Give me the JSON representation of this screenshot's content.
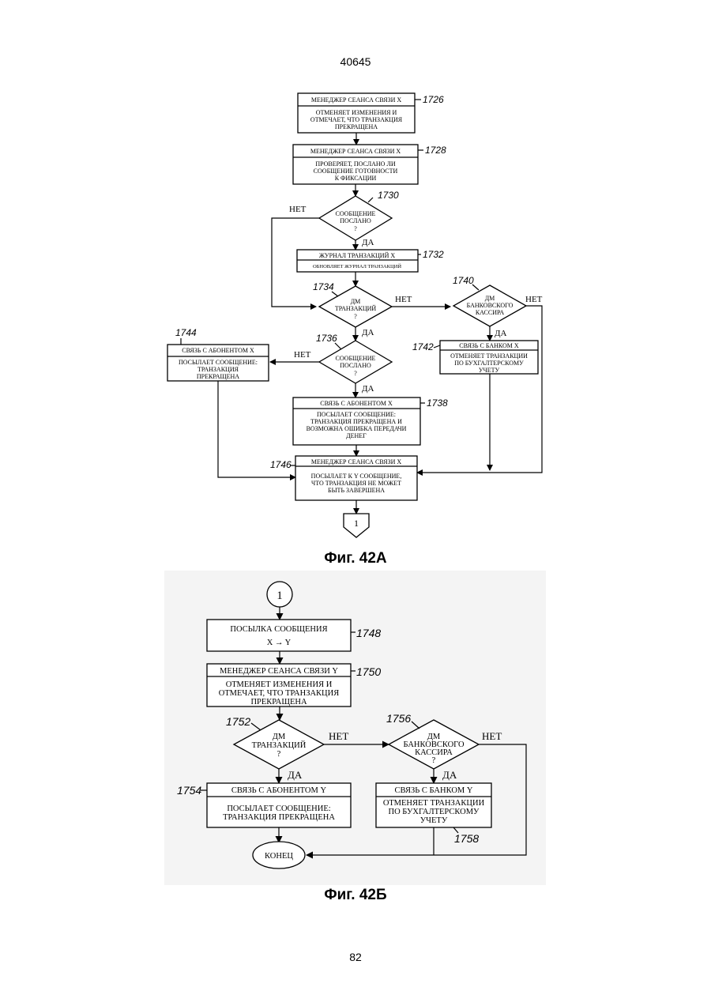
{
  "page": {
    "header_number": "40645",
    "footer_number": "82"
  },
  "figA": {
    "caption": "Фиг. 42А",
    "refs": {
      "r1726": "1726",
      "r1728": "1728",
      "r1730": "1730",
      "r1732": "1732",
      "r1734": "1734",
      "r1736": "1736",
      "r1738": "1738",
      "r1740": "1740",
      "r1742": "1742",
      "r1744": "1744",
      "r1746": "1746"
    },
    "box1726": {
      "title": "МЕНЕДЖЕР СЕАНСА СВЯЗИ X",
      "lines": [
        "ОТМЕНЯЕТ ИЗМЕНЕНИЯ И",
        "ОТМЕЧАЕТ, ЧТО ТРАНЗАКЦИЯ",
        "ПРЕКРАЩЕНА"
      ]
    },
    "box1728": {
      "title": "МЕНЕДЖЕР СЕАНСА СВЯЗИ X",
      "lines": [
        "ПРОВЕРЯЕТ, ПОСЛАНО ЛИ",
        "СООБЩЕНИЕ ГОТОВНОСТИ",
        "К ФИКСАЦИИ"
      ]
    },
    "dec1730": {
      "lines": [
        "СООБЩЕНИЕ",
        "ПОСЛАНО",
        "?"
      ],
      "no": "НЕТ",
      "yes": "ДА"
    },
    "box1732": {
      "title": "ЖУРНАЛ ТРАНЗАКЦИЙ X",
      "lines": [
        "ОБНОВЛЯЕТ ЖУРНАЛ ТРАНЗАКЦИЙ"
      ]
    },
    "dec1734": {
      "lines": [
        "ДМ",
        "ТРАНЗАКЦИЙ",
        "?"
      ],
      "no": "НЕТ",
      "yes": "ДА"
    },
    "dec1740": {
      "lines": [
        "ДМ",
        "БАНКОВСКОГО",
        "КАССИРА"
      ],
      "no": "НЕТ",
      "yes": "ДА"
    },
    "box1742": {
      "title": "СВЯЗЬ С БАНКОМ X",
      "lines": [
        "ОТМЕНЯЕТ ТРАНЗАКЦИИ",
        "ПО БУХГАЛТЕРСКОМУ",
        "УЧЕТУ"
      ]
    },
    "dec1736": {
      "lines": [
        "СООБЩЕНИЕ",
        "ПОСЛАНО",
        "?"
      ],
      "no": "НЕТ",
      "yes": "ДА"
    },
    "box1744": {
      "title": "СВЯЗЬ С АБОНЕНТОМ X",
      "lines": [
        "ПОСЫЛАЕТ СООБЩЕНИЕ:",
        "ТРАНЗАКЦИЯ",
        "ПРЕКРАЩЕНА"
      ]
    },
    "box1738": {
      "title": "СВЯЗЬ С АБОНЕНТОМ X",
      "lines": [
        "ПОСЫЛАЕТ СООБЩЕНИЕ:",
        "ТРАНЗАКЦИЯ ПРЕКРАЩЕНА И",
        "ВОЗМОЖНА ОШИБКА ПЕРЕДАЧИ",
        "ДЕНЕГ"
      ]
    },
    "box1746": {
      "title": "МЕНЕДЖЕР СЕАНСА СВЯЗИ X",
      "lines": [
        "ПОСЫЛАЕТ К Y СООБЩЕНИЕ,",
        "ЧТО ТРАНЗАКЦИЯ НЕ МОЖЕТ",
        "БЫТЬ ЗАВЕРШЕНА"
      ]
    },
    "connector_out": "1"
  },
  "figB": {
    "caption": "Фиг. 42Б",
    "connector_in": "1",
    "refs": {
      "r1748": "1748",
      "r1750": "1750",
      "r1752": "1752",
      "r1754": "1754",
      "r1756": "1756",
      "r1758": "1758"
    },
    "box1748": {
      "title": "ПОСЫЛКА СООБЩЕНИЯ",
      "lines": [
        "X → Y"
      ]
    },
    "box1750": {
      "title": "МЕНЕДЖЕР СЕАНСА СВЯЗИ Y",
      "lines": [
        "ОТМЕНЯЕТ ИЗМЕНЕНИЯ И",
        "ОТМЕЧАЕТ, ЧТО ТРАНЗАКЦИЯ",
        "ПРЕКРАЩЕНА"
      ]
    },
    "dec1752": {
      "lines": [
        "ДМ",
        "ТРАНЗАКЦИЙ",
        "?"
      ],
      "no": "НЕТ",
      "yes": "ДА"
    },
    "dec1756": {
      "lines": [
        "ДМ",
        "БАНКОВСКОГО",
        "КАССИРА",
        "?"
      ],
      "no": "НЕТ",
      "yes": "ДА"
    },
    "box1754": {
      "title": "СВЯЗЬ С АБОНЕНТОМ Y",
      "lines": [
        "ПОСЫЛАЕТ СООБЩЕНИЕ:",
        "ТРАНЗАКЦИЯ ПРЕКРАЩЕНА"
      ]
    },
    "box1758": {
      "title": "СВЯЗЬ С БАНКОМ Y",
      "lines": [
        "ОТМЕНЯЕТ ТРАНЗАКЦИИ",
        "ПО БУХГАЛТЕРСКОМУ",
        "УЧЕТУ"
      ]
    },
    "end": "КОНЕЦ"
  }
}
